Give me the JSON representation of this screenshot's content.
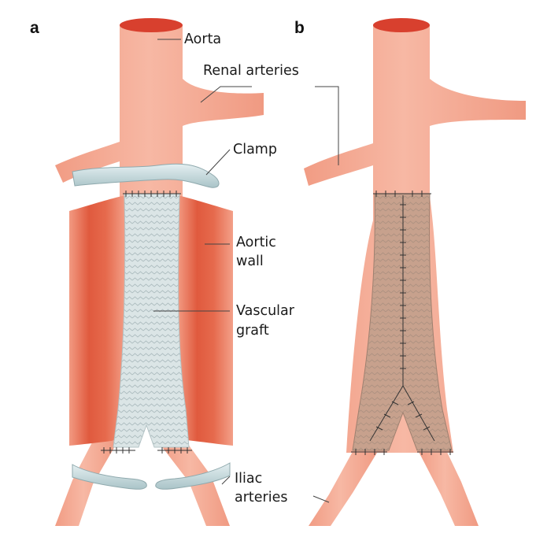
{
  "panels": {
    "a": {
      "letter": "a"
    },
    "b": {
      "letter": "b"
    }
  },
  "labels": {
    "aorta": "Aorta",
    "renal_arteries": "Renal arteries",
    "clamp": "Clamp",
    "aortic_wall_1": "Aortic",
    "aortic_wall_2": "wall",
    "vascular_graft_1": "Vascular",
    "vascular_graft_2": "graft",
    "iliac_arteries_1": "Iliac",
    "iliac_arteries_2": "arteries"
  },
  "colors": {
    "artery": "#f4a28a",
    "artery_highlight": "#f8c3b0",
    "vessel_opening": "#d93a2b",
    "aortic_wall_dark": "#e0684a",
    "aortic_wall_mid": "#f08a6c",
    "graft": "#d9e3e4",
    "graft_repaired": "#c9a793",
    "clamp": "#c8dadd",
    "suture": "#333333",
    "leader_line": "#444444"
  }
}
